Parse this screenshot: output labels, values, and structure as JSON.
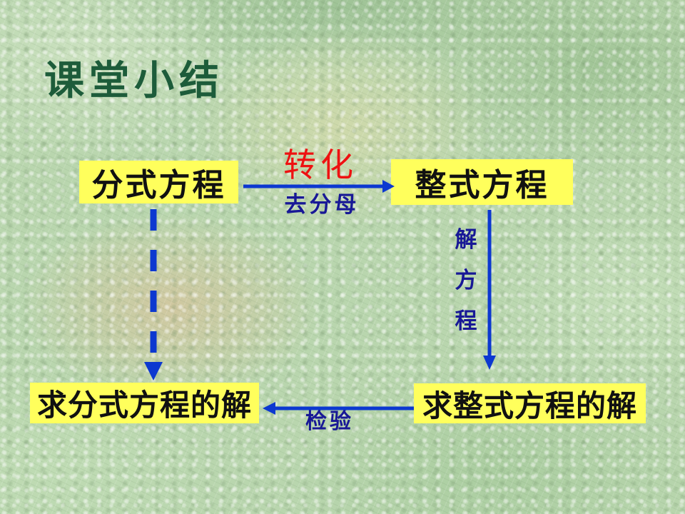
{
  "slide": {
    "title": "课堂小结"
  },
  "boxes": {
    "fractional_equation": "分式方程",
    "integral_equation": "整式方程",
    "fractional_solution": "求分式方程的解",
    "integral_solution": "求整式方程的解"
  },
  "labels": {
    "transform": "转化",
    "clear_denominators": "去分母",
    "solve_equation_chars": [
      "解",
      "方",
      "程"
    ],
    "check": "检验"
  },
  "colors": {
    "title_green": "#1d5c3a",
    "box_fill": "#ffff5c",
    "box_text": "#111111",
    "arrow_blue": "#0c38d0",
    "label_red": "#ee1111",
    "label_navy": "#181896",
    "background_base": "#b9d6ae"
  }
}
